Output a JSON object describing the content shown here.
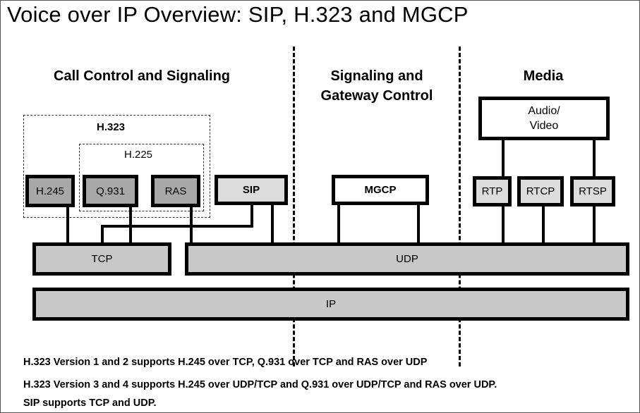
{
  "title": "Voice over IP Overview: SIP, H.323 and MGCP",
  "sections": {
    "call_control": "Call Control and Signaling",
    "signaling_gateway_line1": "Signaling and",
    "signaling_gateway_line2": "Gateway Control",
    "media": "Media"
  },
  "groups": {
    "h323": "H.323",
    "h225": "H.225"
  },
  "boxes": {
    "h245": "H.245",
    "q931": "Q.931",
    "ras": "RAS",
    "sip": "SIP",
    "mgcp": "MGCP",
    "audio_video_line1": "Audio/",
    "audio_video_line2": "Video",
    "rtp": "RTP",
    "rtcp": "RTCP",
    "rtsp": "RTSP",
    "tcp": "TCP",
    "udp": "UDP",
    "ip": "IP"
  },
  "notes": [
    "H.323 Version 1 and 2 supports H.245 over TCP, Q.931 over TCP and RAS over UDP",
    "H.323 Version 3 and 4 supports H.245 over UDP/TCP and Q.931 over UDP/TCP and RAS over UDP.",
    "SIP supports TCP and UDP."
  ]
}
